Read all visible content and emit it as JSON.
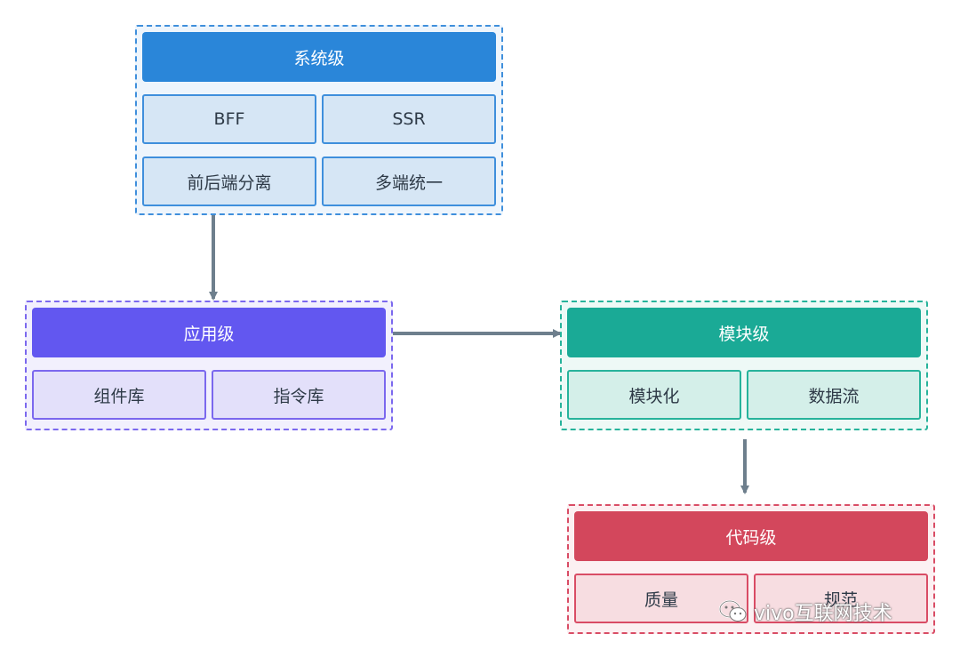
{
  "groups": {
    "system": {
      "title": "系统级",
      "items": [
        "BFF",
        "SSR",
        "前后端分离",
        "多端统一"
      ]
    },
    "application": {
      "title": "应用级",
      "items": [
        "组件库",
        "指令库"
      ]
    },
    "module": {
      "title": "模块级",
      "items": [
        "模块化",
        "数据流"
      ]
    },
    "code": {
      "title": "代码级",
      "items": [
        "质量",
        "规范"
      ]
    }
  },
  "colors": {
    "system": "#2a86d9",
    "application": "#6257f0",
    "module": "#1aaa96",
    "code": "#d3475c",
    "arrow": "#6e7f8d"
  },
  "watermark": {
    "icon": "wechat-icon",
    "text": "vivo互联网技术"
  }
}
